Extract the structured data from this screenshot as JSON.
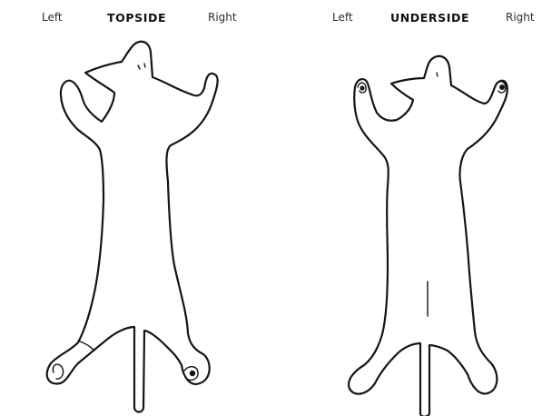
{
  "topside": {
    "left_label": "Left",
    "title": "TOPSIDE",
    "right_label": "Right"
  },
  "underside": {
    "left_label": "Left",
    "title": "UNDERSIDE",
    "right_label": "Right"
  },
  "colors": {
    "line": "#151515",
    "background": "#ffffff"
  }
}
